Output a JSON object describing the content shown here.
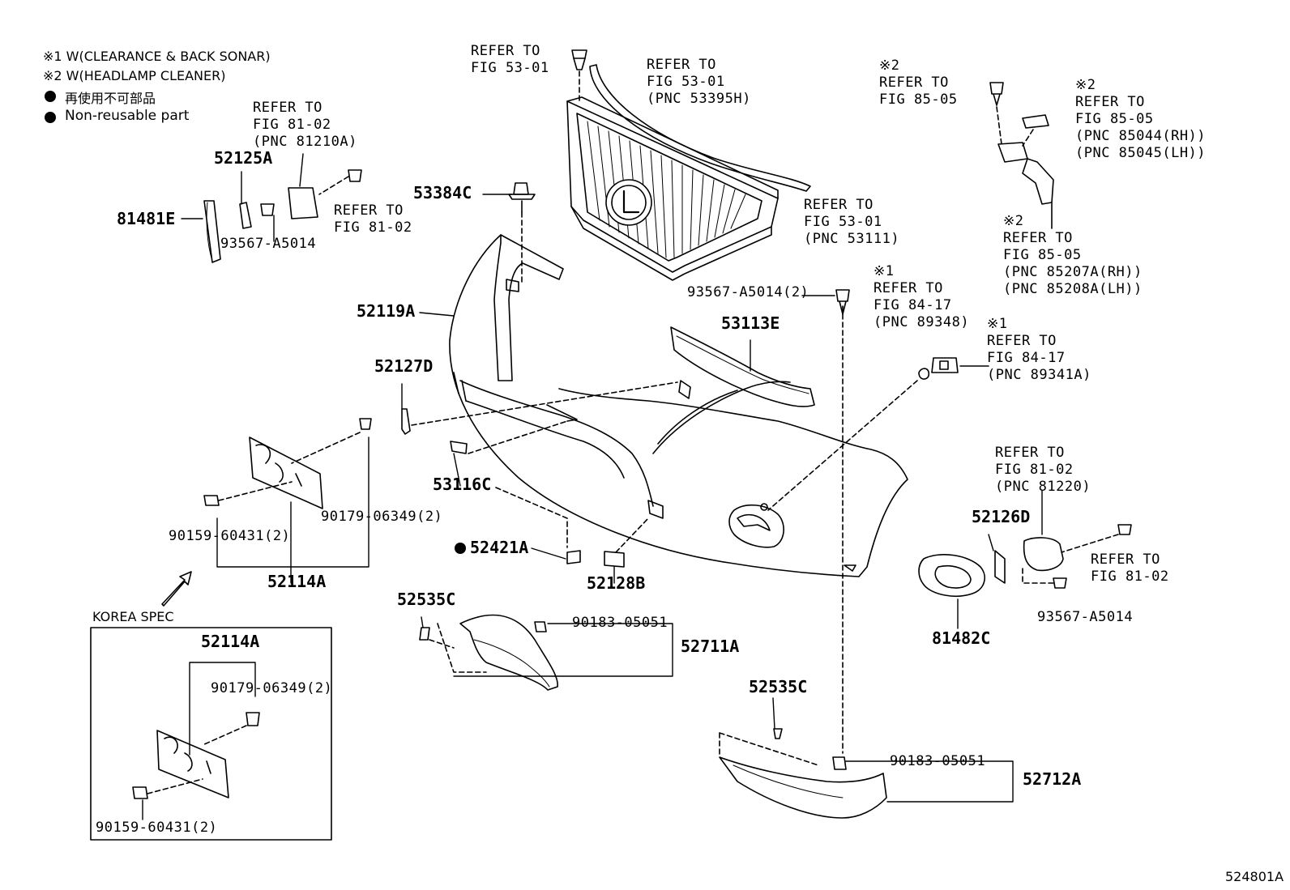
{
  "legend": {
    "note1": "※1 W(CLEARANCE & BACK SONAR)",
    "note2": "※2 W(HEADLAMP CLEANER)",
    "jp": "再使用不可部品",
    "en": "Non-reusable part"
  },
  "refs": {
    "r1": [
      "REFER TO",
      "FIG 81-02",
      "(PNC 81210A)"
    ],
    "r2": [
      "REFER TO",
      "FIG 81-02"
    ],
    "r3": [
      "REFER TO",
      "FIG 53-01"
    ],
    "r4": [
      "REFER TO",
      "FIG 53-01",
      "(PNC 53395H)"
    ],
    "r5": [
      "REFER TO",
      "FIG 53-01",
      "(PNC 53111)"
    ],
    "r6": [
      "※2",
      "REFER TO",
      "FIG 85-05"
    ],
    "r7": [
      "※2",
      "REFER TO",
      "FIG 85-05",
      "(PNC 85044(RH))",
      "(PNC 85045(LH))"
    ],
    "r8": [
      "※2",
      "REFER TO",
      "FIG 85-05",
      "(PNC 85207A(RH))",
      "(PNC 85208A(LH))"
    ],
    "r9": [
      "※1",
      "REFER TO",
      "FIG 84-17",
      "(PNC 89348)"
    ],
    "r10": [
      "※1",
      "REFER TO",
      "FIG 84-17",
      "(PNC 89341A)"
    ],
    "r11": [
      "REFER TO",
      "FIG 81-02",
      "(PNC 81220)"
    ],
    "r12": [
      "REFER TO",
      "FIG 81-02"
    ]
  },
  "parts": {
    "p52125A": "52125A",
    "p81481E": "81481E",
    "p93567a": "93567-A5014",
    "p53384C": "53384C",
    "p52119A": "52119A",
    "p93567b": "93567-A5014(2)",
    "p53113E": "53113E",
    "p52127D": "52127D",
    "p53116C": "53116C",
    "p90179": "90179-06349(2)",
    "p90159": "90159-60431(2)",
    "p52114A": "52114A",
    "p52421A": "52421A",
    "p52128B": "52128B",
    "p52535C1": "52535C",
    "p90183a": "90183-05051",
    "p52711A": "52711A",
    "p52126D": "52126D",
    "p81482C": "81482C",
    "p93567c": "93567-A5014",
    "p52535C2": "52535C",
    "p90183b": "90183-05051",
    "p52712A": "52712A"
  },
  "korea": {
    "title": "KOREA SPEC",
    "p52114A": "52114A",
    "p90179": "90179-06349(2)",
    "p90159": "90159-60431(2)"
  },
  "footer": {
    "code": "524801A"
  }
}
